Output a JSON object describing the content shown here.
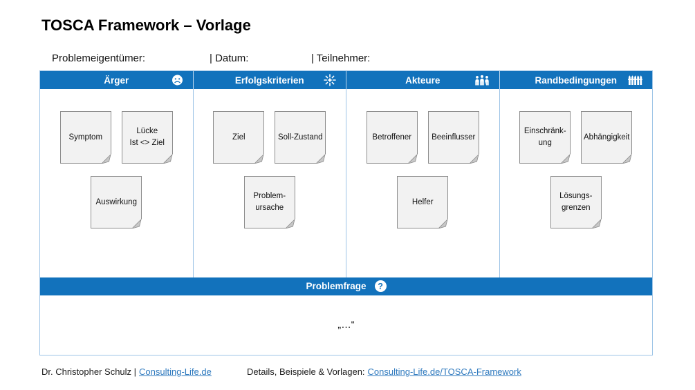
{
  "page": {
    "title": "TOSCA Framework – Vorlage",
    "meta": {
      "owner_label": "Problemeigentümer:",
      "date_label": "| Datum:",
      "participants_label": "| Teilnehmer:"
    },
    "columns": [
      {
        "title": "Ärger",
        "icon": "sad-face-icon",
        "notes_row1": [
          "Symptom",
          "Lücke\nIst <> Ziel"
        ],
        "notes_row2": [
          "Auswirkung"
        ]
      },
      {
        "title": "Erfolgskriterien",
        "icon": "sun-icon",
        "notes_row1": [
          "Ziel",
          "Soll-Zustand"
        ],
        "notes_row2": [
          "Problem-\nursache"
        ]
      },
      {
        "title": "Akteure",
        "icon": "people-icon",
        "notes_row1": [
          "Betroffener",
          "Beeinflusser"
        ],
        "notes_row2": [
          "Helfer"
        ]
      },
      {
        "title": "Randbedingungen",
        "icon": "fence-icon",
        "notes_row1": [
          "Einschränk-\nung",
          "Abhängigkeit"
        ],
        "notes_row2": [
          "Lösungs-\ngrenzen"
        ]
      }
    ],
    "problem_bar": {
      "title": "Problemfrage",
      "icon": "question-icon",
      "question_mark": "?"
    },
    "quote": "„…“",
    "footer": {
      "author": "Dr. Christopher Schulz |",
      "author_link": "Consulting-Life.de",
      "details_label": "Details, Beispiele & Vorlagen:",
      "details_link": "Consulting-Life.de/TOSCA-Framework"
    },
    "colors": {
      "header_blue": "#1272BC",
      "panel_border_light_blue": "#9CC3E6",
      "note_background": "#F2F2F2",
      "note_border": "#8C8C8C",
      "link_blue": "#2E79BE"
    }
  }
}
